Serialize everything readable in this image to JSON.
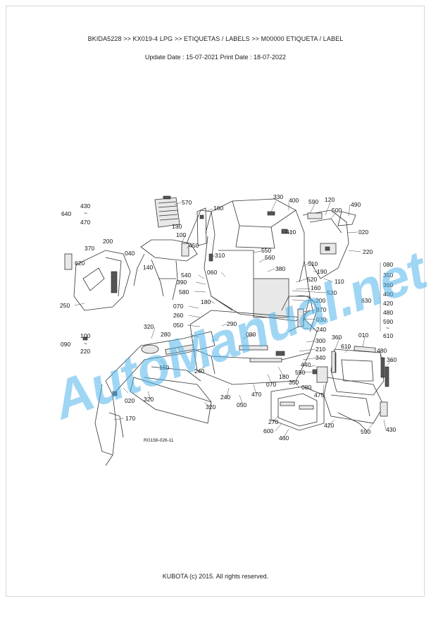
{
  "header": {
    "breadcrumb": "BKIDA5228 >> KX019-4 LPG >> ETIQUETAS / LABELS >> M00000   ETIQUETA / LABEL",
    "dates": "Update Date : 15-07-2021   Print Date : 18-07-2022"
  },
  "diagram": {
    "reference": "RG156-026-11",
    "callouts": {
      "c640": "640",
      "c430a": "430",
      "c470": "470",
      "c570": "570",
      "c160": "160",
      "c330": "330",
      "c400": "400",
      "c590a": "590",
      "c120": "120",
      "c500": "500",
      "c490": "490",
      "c130": "130",
      "c100a": "100",
      "c410": "410",
      "c020a": "020",
      "c370a": "370",
      "c200a": "200",
      "c040": "040",
      "c450": "450",
      "c310": "310",
      "c550": "550",
      "c220": "220",
      "c620": "620",
      "c560": "560",
      "c140": "140",
      "c510": "510",
      "c380": "380",
      "c190": "190",
      "c540": "540",
      "c060": "060",
      "c520": "520",
      "c110": "110",
      "c390": "390",
      "c160b": "160",
      "c580": "580",
      "c530": "530",
      "c250": "250",
      "c200b": "200",
      "c070a": "070",
      "c180a": "180",
      "c370b": "370",
      "c260": "260",
      "c030": "030",
      "c050a": "050",
      "c290": "290",
      "c240a": "240",
      "c320a": "320",
      "c280": "280",
      "c080a": "080",
      "c300": "300",
      "c360a": "360",
      "c010": "010",
      "c090": "090",
      "c100b": "100",
      "c220b": "220",
      "c210": "210",
      "c610": "610",
      "c480": "480",
      "c340": "340",
      "c360b": "360",
      "c440": "440",
      "c150": "150",
      "c240b": "240",
      "c590b": "590",
      "c180b": "180",
      "c350": "350",
      "c020b": "020",
      "c320b": "320",
      "c070b": "070",
      "c080b": "080",
      "c240c": "240",
      "c475": "475",
      "c050b": "050",
      "c470b": "470",
      "c320c": "320",
      "c270": "270",
      "c420": "420",
      "c170": "170",
      "c600": "600",
      "c460": "460",
      "c590c": "590",
      "c430b": "430",
      "c630": "630"
    },
    "right_list": [
      "080",
      "350",
      "360",
      "400",
      "420",
      "480",
      "590",
      "610"
    ],
    "tilde": "~"
  },
  "watermark": "AutoManual.net",
  "footer": {
    "copyright": "KUBOTA (c) 2015. All rights reserved."
  }
}
